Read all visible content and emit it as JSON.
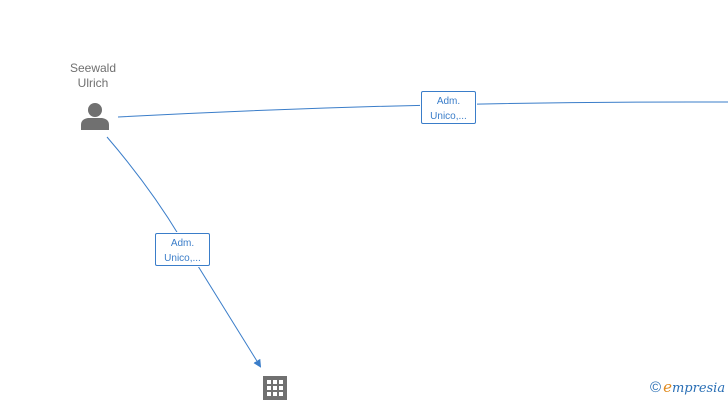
{
  "person": {
    "name_line1": "Seewald",
    "name_line2": "Ulrich",
    "icon": "person-icon"
  },
  "company": {
    "icon": "building-icon"
  },
  "edges": [
    {
      "label_line1": "Adm.",
      "label_line2": "Unico,..."
    },
    {
      "label_line1": "Adm.",
      "label_line2": "Unico,..."
    }
  ],
  "watermark": {
    "copyright": "©",
    "brand_initial": "e",
    "brand_rest": "mpresia"
  },
  "colors": {
    "edge": "#3a7dc9",
    "node_icon": "#707070",
    "brand_orange": "#e08a1e",
    "brand_blue": "#2a6fb5"
  }
}
